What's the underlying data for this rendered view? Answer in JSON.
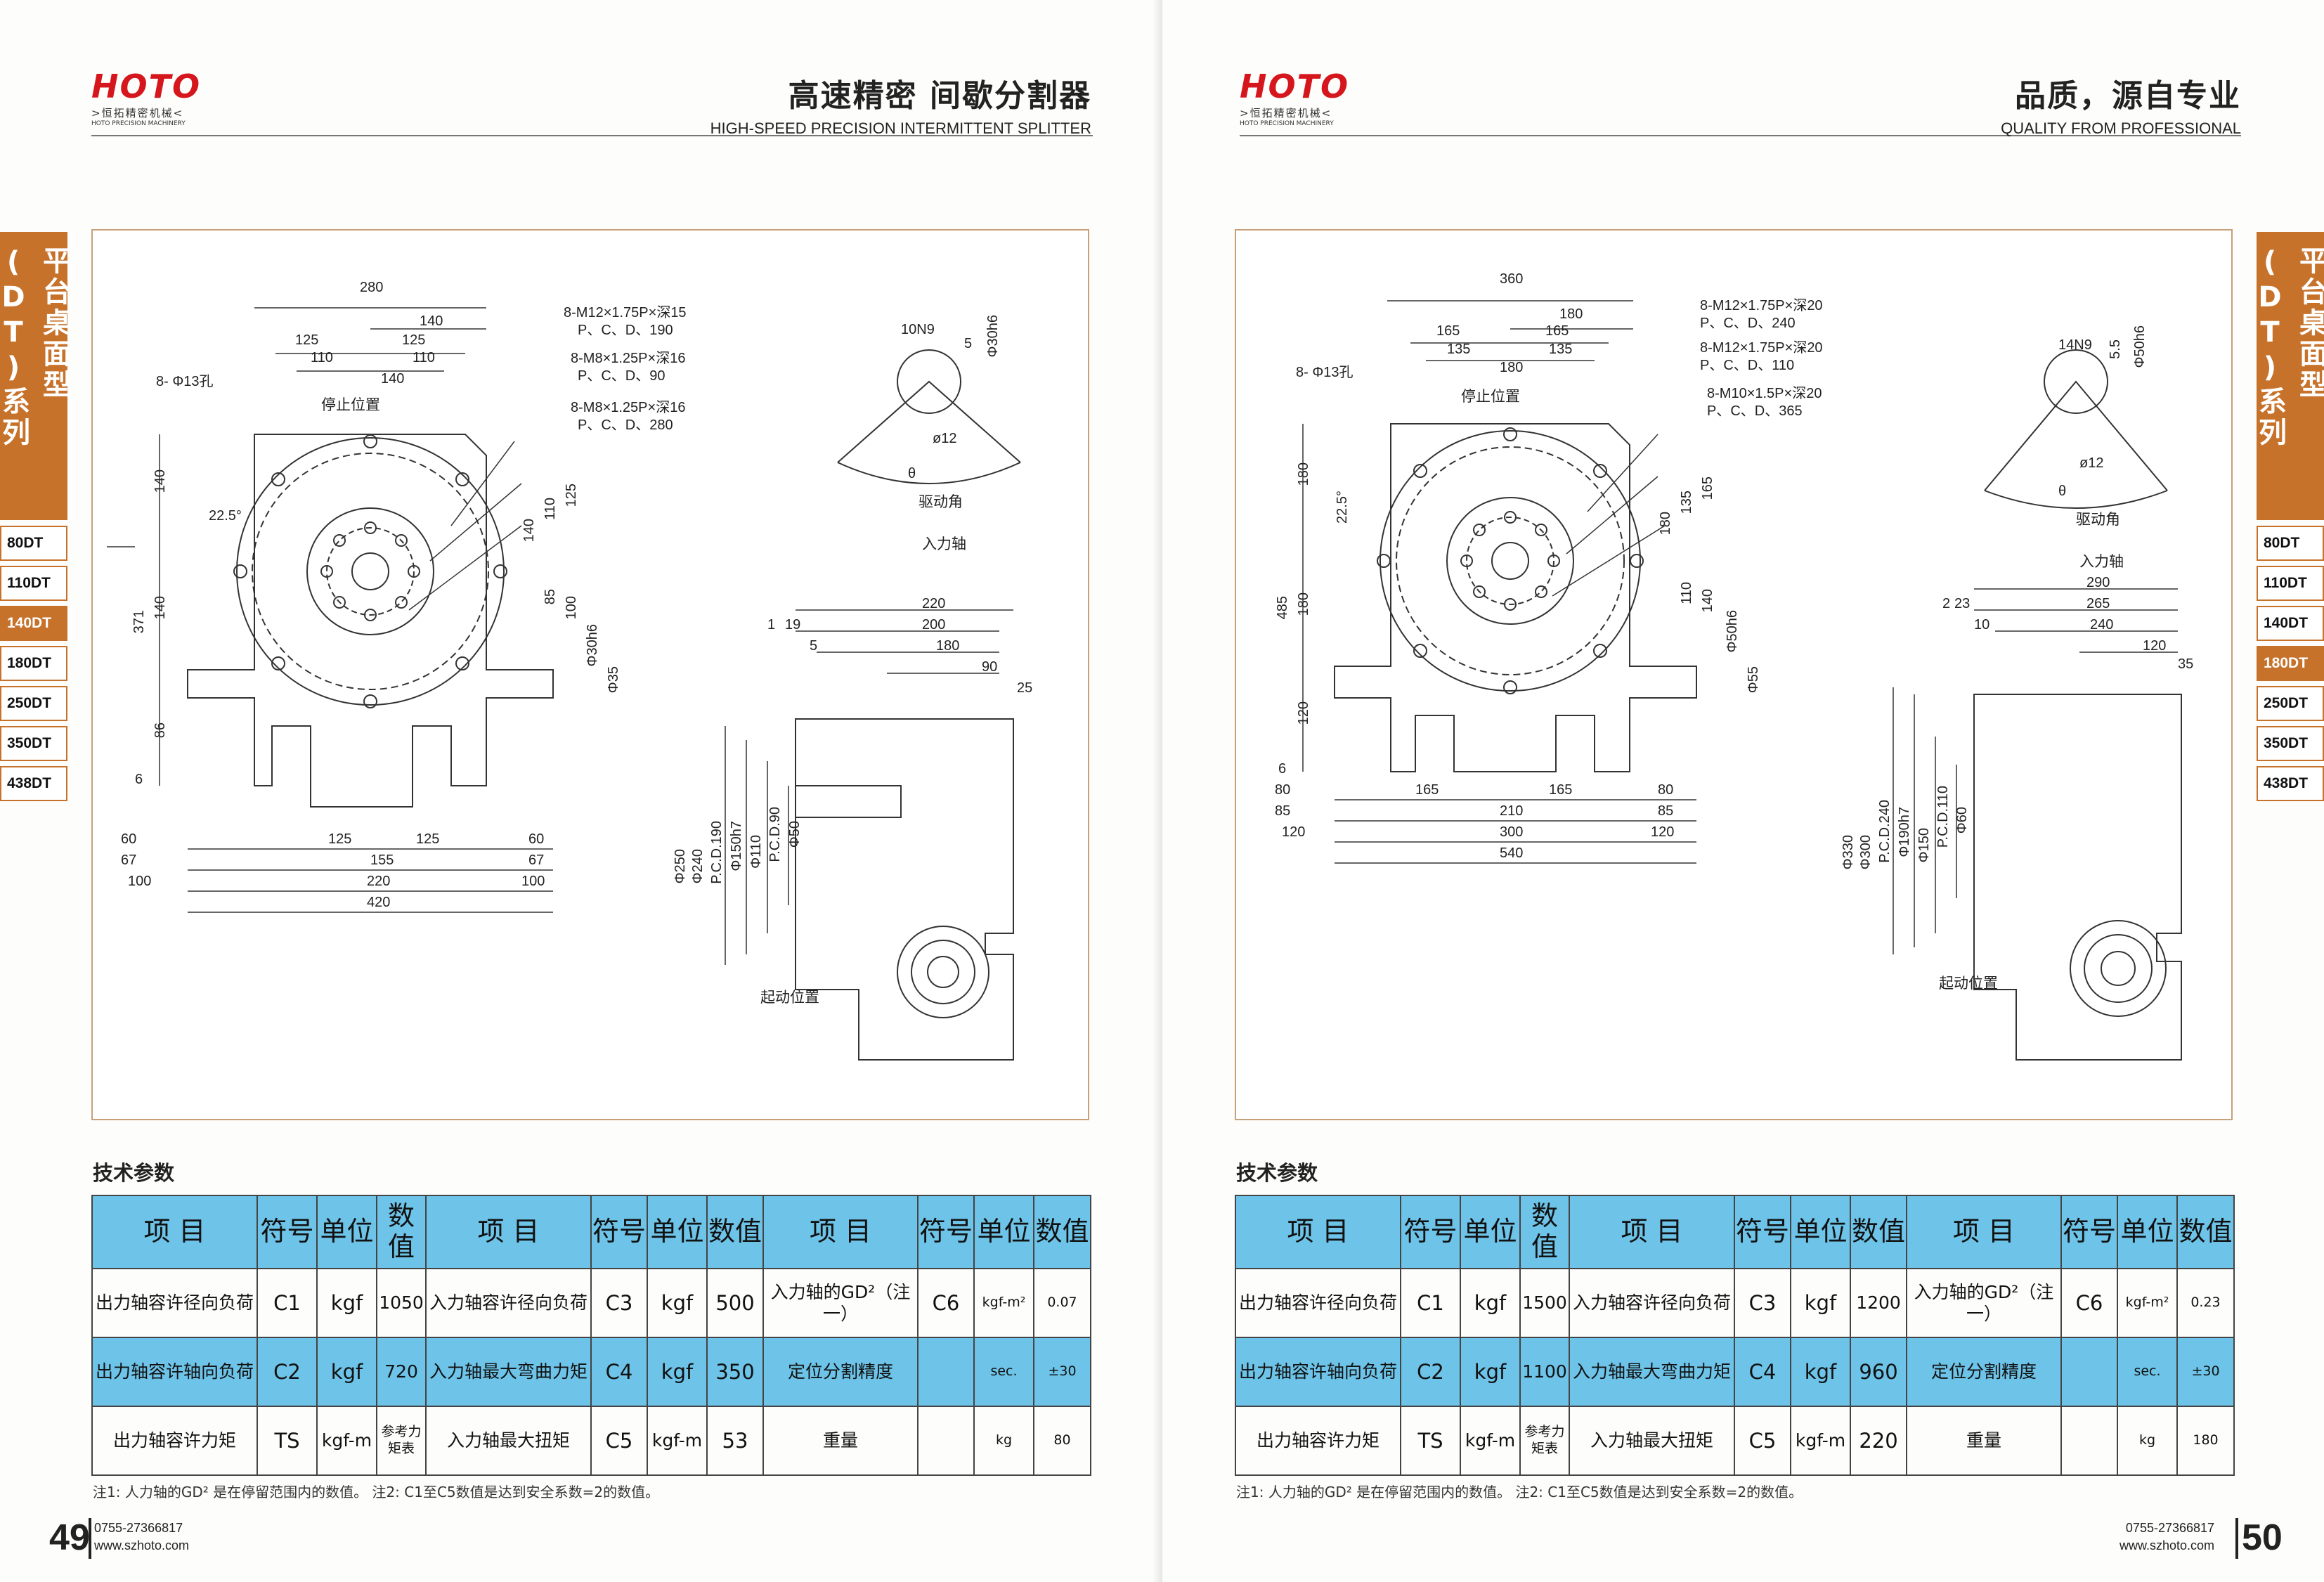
{
  "left": {
    "logo": {
      "word": "HOTO",
      "cn": ">恒拓精密机械<",
      "en": "HOTO PRECISION MACHINERY"
    },
    "header": {
      "title_cn": "高速精密  间歇分割器",
      "title_en": "HIGH-SPEED PRECISION INTERMITTENT SPLITTER"
    },
    "drawing": {
      "top_dims": [
        "280",
        "140",
        "125",
        "125",
        "110",
        "110",
        "140"
      ],
      "bottom_dims": [
        "60",
        "67",
        "100",
        "125",
        "125",
        "155",
        "220",
        "420",
        "60",
        "67",
        "100"
      ],
      "left_dims": [
        "140",
        "140",
        "371",
        "86",
        "6"
      ],
      "right_dims": [
        "140",
        "110",
        "125",
        "85",
        "100",
        "Φ30h6",
        "Φ35"
      ],
      "callouts": [
        "8-M12×1.75P×深15",
        "P、C、D、190",
        "8-M8×1.25P×深16",
        "P、C、D、90",
        "8-M8×1.25P×深16",
        "P、C、D、280"
      ],
      "hole_label": "8- Φ13孔",
      "stop_label": "停止位置",
      "angle_label": "22.5°",
      "shaft": {
        "key": "10N9",
        "depth": "5",
        "dia": "Φ30h6",
        "r": "ø12",
        "theta": "θ",
        "drive_label": "驱动角",
        "caption": "入力轴"
      },
      "side_top_dims": [
        "220",
        "200",
        "180",
        "90",
        "1",
        "19",
        "5",
        "25"
      ],
      "side_dia_dims": [
        "Φ250",
        "Φ240",
        "P.C.D.190",
        "Φ150h7",
        "Φ110",
        "P.C.D.90",
        "Φ50"
      ],
      "start_label": "起动位置"
    },
    "section_title": "技术参数",
    "headers": [
      "项 目",
      "符号",
      "单位",
      "数值",
      "项 目",
      "符号",
      "单位",
      "数值",
      "项 目",
      "符号",
      "单位",
      "数值"
    ],
    "rows": [
      [
        "出力轴容许径向负荷",
        "C1",
        "kgf",
        "1050",
        "入力轴容许径向负荷",
        "C3",
        "kgf",
        "500",
        "入力轴的GD²（注一）",
        "C6",
        "kgf-m²",
        "0.07"
      ],
      [
        "出力轴容许轴向负荷",
        "C2",
        "kgf",
        "720",
        "入力轴最大弯曲力矩",
        "C4",
        "kgf",
        "350",
        "定位分割精度",
        "",
        "sec.",
        "±30"
      ],
      [
        "出力轴容许力矩",
        "TS",
        "kgf-m",
        "参考力矩表",
        "入力轴最大扭矩",
        "C5",
        "kgf-m",
        "53",
        "重量",
        "",
        "kg",
        "80"
      ]
    ],
    "note": "注1:  人力轴的GD² 是在停留范围内的数值。   注2:  C1至C5数值是达到安全系数=2的数值。",
    "page_number": "49",
    "phone": "0755-27366817",
    "website": "www.szhoto.com"
  },
  "right": {
    "logo": {
      "word": "HOTO",
      "cn": ">恒拓精密机械<",
      "en": "HOTO PRECISION MACHINERY"
    },
    "header": {
      "title_cn": "品质，源自专业",
      "title_en": "QUALITY FROM PROFESSIONAL"
    },
    "side_tab": {
      "title": "平台桌面型(DT)系列",
      "items": [
        "80DT",
        "110DT",
        "140DT",
        "180DT",
        "250DT",
        "350DT",
        "438DT"
      ],
      "active_left": "140DT",
      "active_right": "180DT"
    },
    "drawing": {
      "top_dims": [
        "360",
        "180",
        "165",
        "165",
        "135",
        "135",
        "180"
      ],
      "bottom_dims": [
        "80",
        "85",
        "120",
        "165",
        "165",
        "210",
        "300",
        "540",
        "80",
        "85",
        "120"
      ],
      "left_dims": [
        "180",
        "180",
        "485",
        "120",
        "6"
      ],
      "right_dims": [
        "180",
        "135",
        "165",
        "110",
        "140",
        "Φ50h6",
        "Φ55"
      ],
      "callouts": [
        "8-M12×1.75P×深20",
        "P、C、D、240",
        "8-M12×1.75P×深20",
        "P、C、D、110",
        "8-M10×1.5P×深20",
        "P、C、D、365"
      ],
      "hole_label": "8- Φ13孔",
      "stop_label": "停止位置",
      "angle_label": "22.5°",
      "shaft": {
        "key": "14N9",
        "depth": "5.5",
        "dia": "Φ50h6",
        "r": "ø12",
        "theta": "θ",
        "drive_label": "驱动角",
        "caption": "入力轴"
      },
      "side_top_dims": [
        "290",
        "265",
        "240",
        "120",
        "2",
        "23",
        "10",
        "35"
      ],
      "side_dia_dims": [
        "Φ330",
        "Φ300",
        "P.C.D.240",
        "Φ190h7",
        "Φ150",
        "P.C.D.110",
        "Φ60"
      ],
      "start_label": "起动位置"
    },
    "section_title": "技术参数",
    "headers": [
      "项 目",
      "符号",
      "单位",
      "数值",
      "项 目",
      "符号",
      "单位",
      "数值",
      "项 目",
      "符号",
      "单位",
      "数值"
    ],
    "rows": [
      [
        "出力轴容许径向负荷",
        "C1",
        "kgf",
        "1500",
        "入力轴容许径向负荷",
        "C3",
        "kgf",
        "1200",
        "入力轴的GD²（注一）",
        "C6",
        "kgf-m²",
        "0.23"
      ],
      [
        "出力轴容许轴向负荷",
        "C2",
        "kgf",
        "1100",
        "入力轴最大弯曲力矩",
        "C4",
        "kgf",
        "960",
        "定位分割精度",
        "",
        "sec.",
        "±30"
      ],
      [
        "出力轴容许力矩",
        "TS",
        "kgf-m",
        "参考力矩表",
        "入力轴最大扭矩",
        "C5",
        "kgf-m",
        "220",
        "重量",
        "",
        "kg",
        "180"
      ]
    ],
    "note": "注1:  人力轴的GD² 是在停留范围内的数值。   注2:  C1至C5数值是达到安全系数=2的数值。",
    "page_number": "50",
    "phone": "0755-27366817",
    "website": "www.szhoto.com"
  },
  "colors": {
    "accent": "#c7722b",
    "table_blue": "#6dc3e8",
    "logo_red": "#d5161c"
  }
}
